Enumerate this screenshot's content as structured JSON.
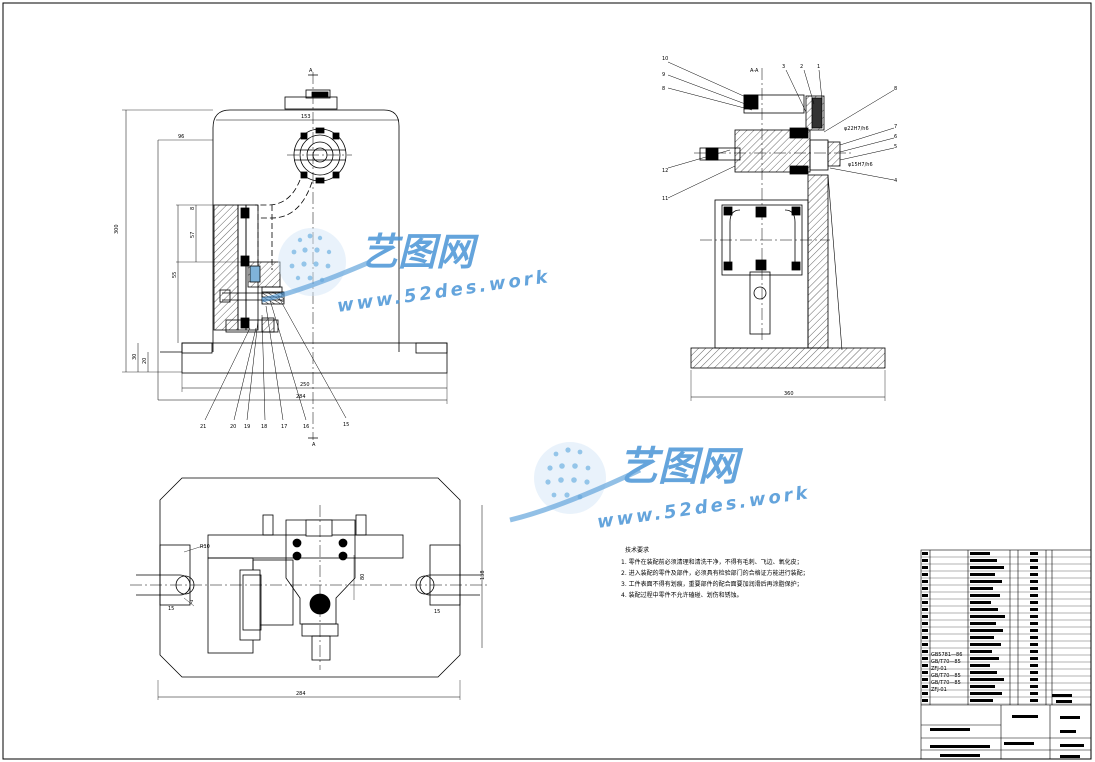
{
  "watermark": {
    "brand": "艺图网",
    "url": "www.52des.work"
  },
  "front_view": {
    "section_mark": "A",
    "section_mark_bottom": "A",
    "dims": {
      "height_total": "300",
      "top_width": "153",
      "left_offset": "96",
      "d1": "8",
      "d2": "57",
      "d3": "55",
      "d4": "30",
      "d5": "20",
      "d6": "250",
      "d7": "284"
    },
    "balloons": [
      "21",
      "20",
      "19",
      "18",
      "17",
      "16",
      "15"
    ]
  },
  "section_view": {
    "title": "A-A",
    "top_labels": [
      "3",
      "2",
      "1"
    ],
    "left_labels": [
      "10",
      "9",
      "8",
      "12",
      "11"
    ],
    "right_labels": [
      "8",
      "7",
      "6",
      "5",
      "4"
    ],
    "fits": [
      "φ22H7/h6",
      "φ15H7/h6"
    ],
    "width_dim": "360"
  },
  "plan_view": {
    "dims": {
      "radius": "R10",
      "r2": "7",
      "left": "15",
      "right": "15",
      "center": "80",
      "height": "138",
      "width": "284"
    }
  },
  "technical_notes": {
    "heading": "技术要求",
    "items": [
      "1. 零件在装配前必须清理和清洗干净，不得有毛刺、飞边、氧化皮；",
      "2. 进入装配的零件及部件，必须具有检验部门的合格证方能进行装配；",
      "3. 工件表面不得有划痕，重要部件的配合面要加润滑后再涂脂保护；",
      "4. 装配过程中零件不允许磕碰、划伤和锈蚀。"
    ]
  },
  "bom": {
    "standards": [
      "GB5781—86",
      "GB/T70—85",
      "ZFJ-01",
      "GB/T70—85",
      "GB/T70—85",
      "ZFJ-01"
    ]
  }
}
